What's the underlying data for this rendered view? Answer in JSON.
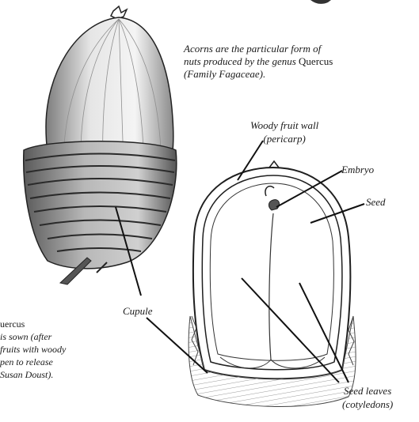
{
  "intro": {
    "line1": "Acorns are the particular form of",
    "line2a": "nuts produced by the genus ",
    "genus": "Quercus",
    "line3": "(Family Fagaceae)."
  },
  "labels": {
    "pericarp_line1": "Woody fruit wall",
    "pericarp_line2": "(pericarp)",
    "embryo": "Embryo",
    "seed": "Seed",
    "cupule": "Cupule",
    "cotyledons_line1": "Seed leaves",
    "cotyledons_line2": "(cotyledons)"
  },
  "caption": {
    "line1": "uercus",
    "line2": "is sown (after",
    "line3": "fruits with woody",
    "line4": "pen to release",
    "line5": "Susan Doust)."
  },
  "colors": {
    "ink": "#1a1a1a",
    "paper": "#ffffff"
  }
}
